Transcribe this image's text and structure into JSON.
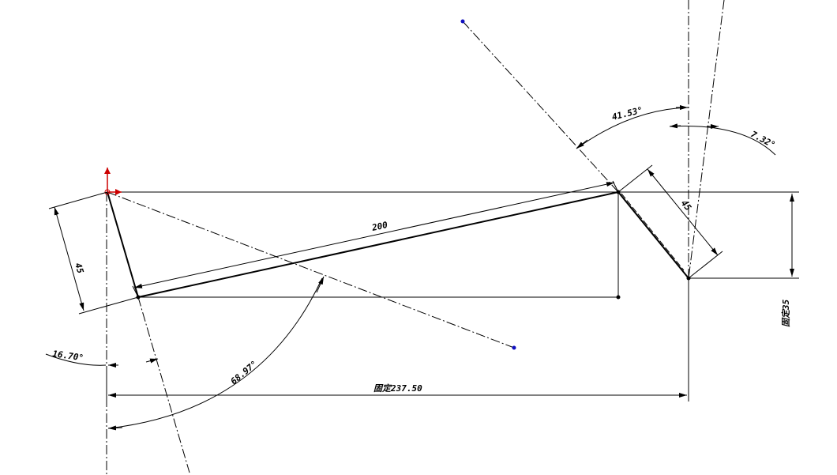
{
  "dimensions": {
    "length_200": "200",
    "left_45": "45",
    "right_45": "45",
    "angle_16_70": "16.70°",
    "angle_68_97": "68.97°",
    "angle_41_53": "41.53°",
    "angle_7_32": "7.32°",
    "fixed_237_50": "固定237.50",
    "fixed_35": "固定35"
  },
  "colors": {
    "line": "#000000",
    "point": "#1010c0",
    "origin_x": "#cc0000",
    "origin_y": "#cc0000"
  },
  "icons": {
    "origin": "coordinate-origin-icon",
    "arrow": "dimension-arrow-icon"
  }
}
